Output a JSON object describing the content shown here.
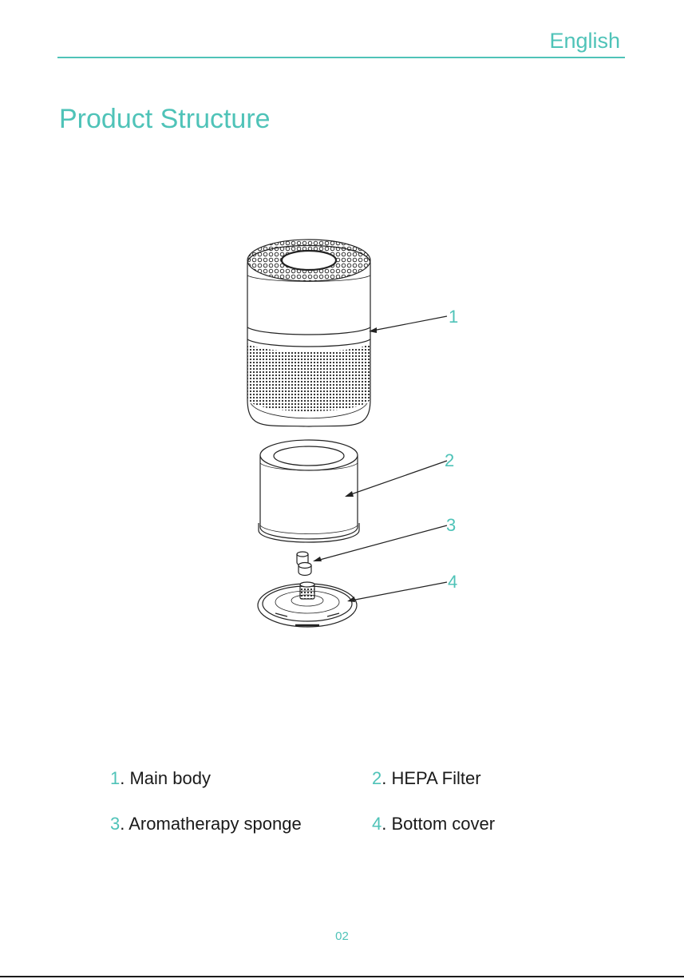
{
  "header": {
    "language": "English"
  },
  "title": "Product Structure",
  "callouts": [
    "1",
    "2",
    "3",
    "4"
  ],
  "legend": [
    {
      "num": "1",
      "label": ". Main body"
    },
    {
      "num": "2",
      "label": ". HEPA Filter"
    },
    {
      "num": "3",
      "label": ". Aromatherapy sponge"
    },
    {
      "num": "4",
      "label": ". Bottom cover"
    }
  ],
  "page_number": "02",
  "colors": {
    "accent": "#4fc3b8",
    "text": "#1a1a1a"
  }
}
